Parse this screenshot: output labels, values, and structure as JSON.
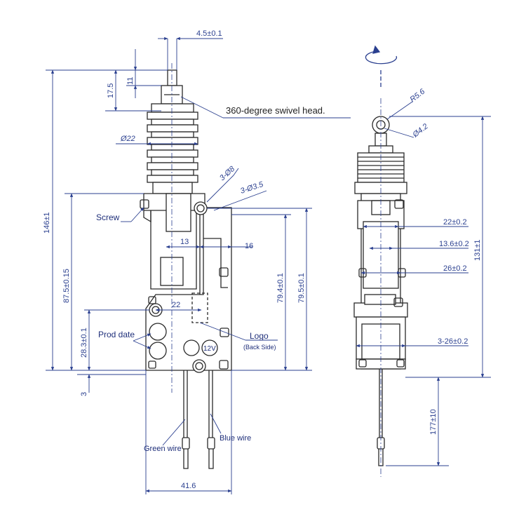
{
  "left_view": {
    "dim_tip_width": "4.5±0.1",
    "dim_17_5": "17.5",
    "dim_11": "11",
    "dim_phi22": "Ø22",
    "dim_height": "146±1",
    "dim_875": "87.5±0.15",
    "dim_283": "28.3±0.1",
    "dim_3": "3",
    "dim_13": "13",
    "dim_16": "16",
    "dim_22": "22",
    "dim_794": "79.4±0.1",
    "dim_795": "79.5±0.1",
    "dim_width": "41.6",
    "hole_count": "3-Ø8",
    "hole_count_small": "3-Ø3.5",
    "screw_label": "Screw",
    "prod_date_label": "Prod date",
    "logo_label": "Logo",
    "logo_sub": "(Back Side)",
    "voltage_badge": "12V",
    "green_wire_label": "Green wire",
    "blue_wire_label": "Blue wire",
    "swivel_note": "360-degree swivel head."
  },
  "right_view": {
    "dim_r56": "R5.6",
    "dim_phi42": "Ø4.2",
    "dim_22": "22±0.2",
    "dim_136": "13.6±0.2",
    "dim_26": "26±0.2",
    "dim_3_26": "3-26±0.2",
    "dim_131": "131±1",
    "dim_177": "177±10"
  },
  "colors": {
    "line": "#2a2a2a",
    "dimension": "#2a3f8f"
  }
}
